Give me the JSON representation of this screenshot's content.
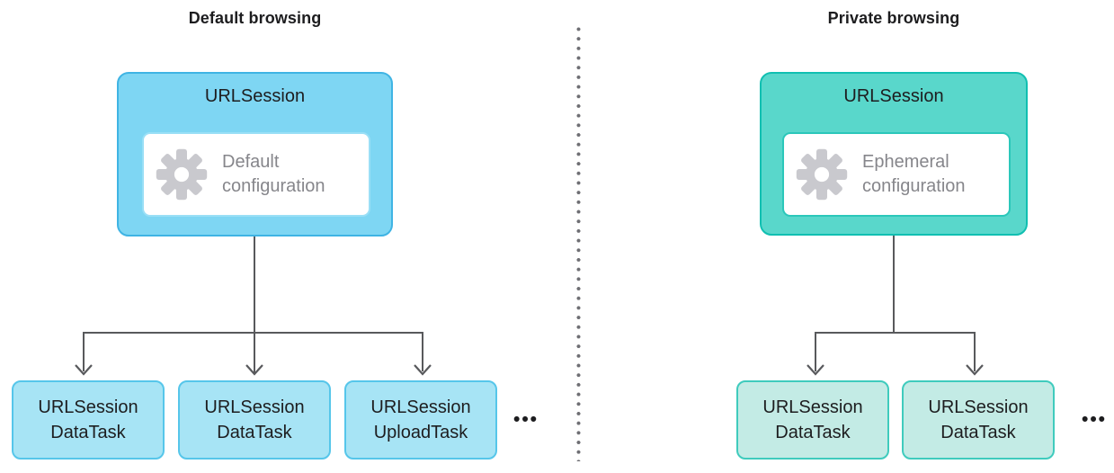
{
  "left": {
    "title": "Default browsing",
    "parent": {
      "label": "URLSession",
      "config": "Default\nconfiguration"
    },
    "children": [
      {
        "label": "URLSession\nDataTask"
      },
      {
        "label": "URLSession\nDataTask"
      },
      {
        "label": "URLSession\nUploadTask"
      }
    ],
    "ellipsis": "•••"
  },
  "right": {
    "title": "Private browsing",
    "parent": {
      "label": "URLSession",
      "config": "Ephemeral\nconfiguration"
    },
    "children": [
      {
        "label": "URLSession\nDataTask"
      },
      {
        "label": "URLSession\nDataTask"
      }
    ],
    "ellipsis": "•••"
  },
  "icons": {
    "gear": "gear-icon",
    "divider": "dotted-divider",
    "arrow": "arrow-down"
  },
  "colors": {
    "blue_parent_fill": "#7ed6f3",
    "blue_parent_border": "#3fb4e4",
    "blue_inner_border": "#9adff6",
    "blue_child_fill": "#a7e4f5",
    "blue_child_border": "#56c6ea",
    "teal_parent_fill": "#59d7cb",
    "teal_parent_border": "#10bfb1",
    "teal_inner_border": "#2bc7ba",
    "teal_child_fill": "#c3ebe5",
    "teal_child_border": "#3fcbbd",
    "gear_gray": "#c9c9ce",
    "caption_gray": "#86868b",
    "connector_gray": "#58595c",
    "divider_gray": "#6e6e73",
    "text_black": "#1d1d1f"
  }
}
